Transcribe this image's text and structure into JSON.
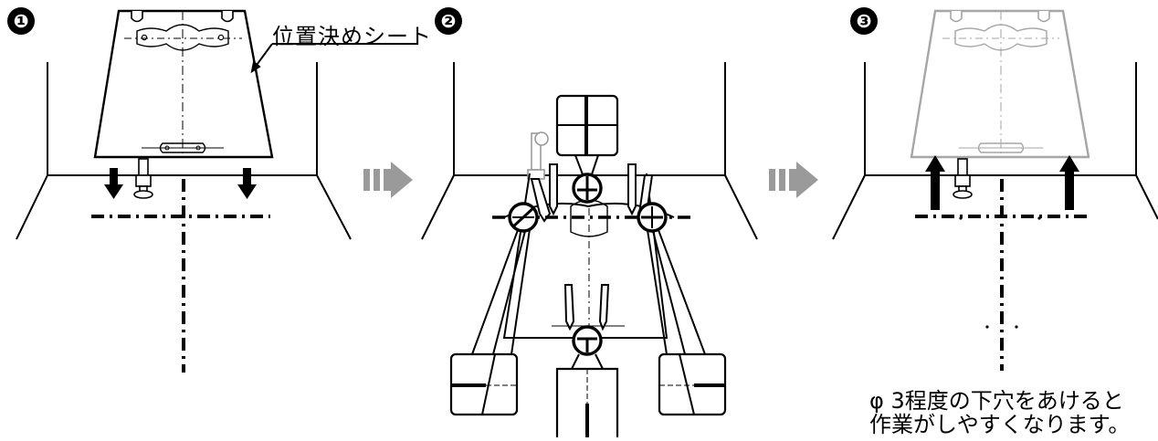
{
  "steps": {
    "step1": "❶",
    "step2": "❷",
    "step3": "❸"
  },
  "labels": {
    "positioning_sheet": "位置決めシート",
    "note_line1": "φ 3程度の下穴をあけると",
    "note_line2": "作業がしやすくなります。"
  },
  "icons": {
    "next": "double-bar-arrow-right-icon",
    "lower_sheet": "arrow-down-icon",
    "lift_sheet": "arrow-up-icon",
    "mark": "crosshair-circle-icon"
  },
  "colors": {
    "line": "#000000",
    "faded_sheet": "#a6a6a6",
    "arrow_gray": "#9a9a9a"
  }
}
